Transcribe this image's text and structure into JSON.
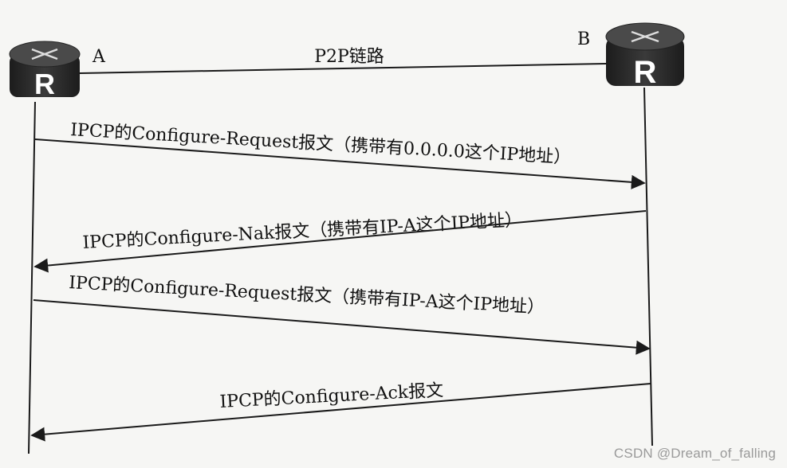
{
  "link_label": "P2P链路",
  "routers": [
    {
      "name": "A",
      "glyph": "R"
    },
    {
      "name": "B",
      "glyph": "R"
    }
  ],
  "messages": [
    {
      "text": "IPCP的Configure-Request报文（携带有0.0.0.0这个IP地址）",
      "direction": "A-to-B"
    },
    {
      "text": "IPCP的Configure-Nak报文（携带有IP-A这个IP地址）",
      "direction": "B-to-A"
    },
    {
      "text": "IPCP的Configure-Request报文（携带有IP-A这个IP地址）",
      "direction": "A-to-B"
    },
    {
      "text": "IPCP的Configure-Ack报文",
      "direction": "B-to-A"
    }
  ],
  "watermark": "CSDN @Dream_of_falling",
  "colors": {
    "line": "#1a1a1a",
    "router_body": "#2b2b2b",
    "router_top": "#4a4a4a",
    "glyph": "#ffffff"
  }
}
